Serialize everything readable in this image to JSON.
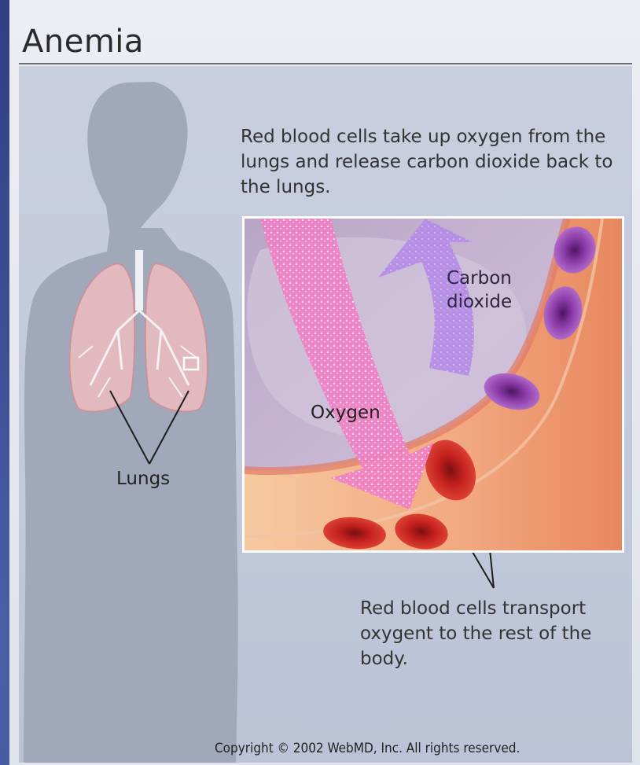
{
  "title": "Anemia",
  "caption_top": "Red blood cells take up oxygen from the lungs and release carbon dioxide back to the lungs.",
  "labels": {
    "lungs": "Lungs",
    "oxygen": "Oxygen",
    "carbon_dioxide_line1": "Carbon",
    "carbon_dioxide_line2": "dioxide"
  },
  "caption_bottom": "Red blood cells transport oxygent to the rest of the body.",
  "copyright": "Copyright © 2002 WebMD, Inc. All rights reserved.",
  "colors": {
    "body_silhouette": "#9ea5b8",
    "blood_cell_red": "#c8302a",
    "blood_cell_purple": "#8a3aa6",
    "oxygen_arrow": "#f07fc4",
    "co2_arrow": "#b58ce6"
  }
}
